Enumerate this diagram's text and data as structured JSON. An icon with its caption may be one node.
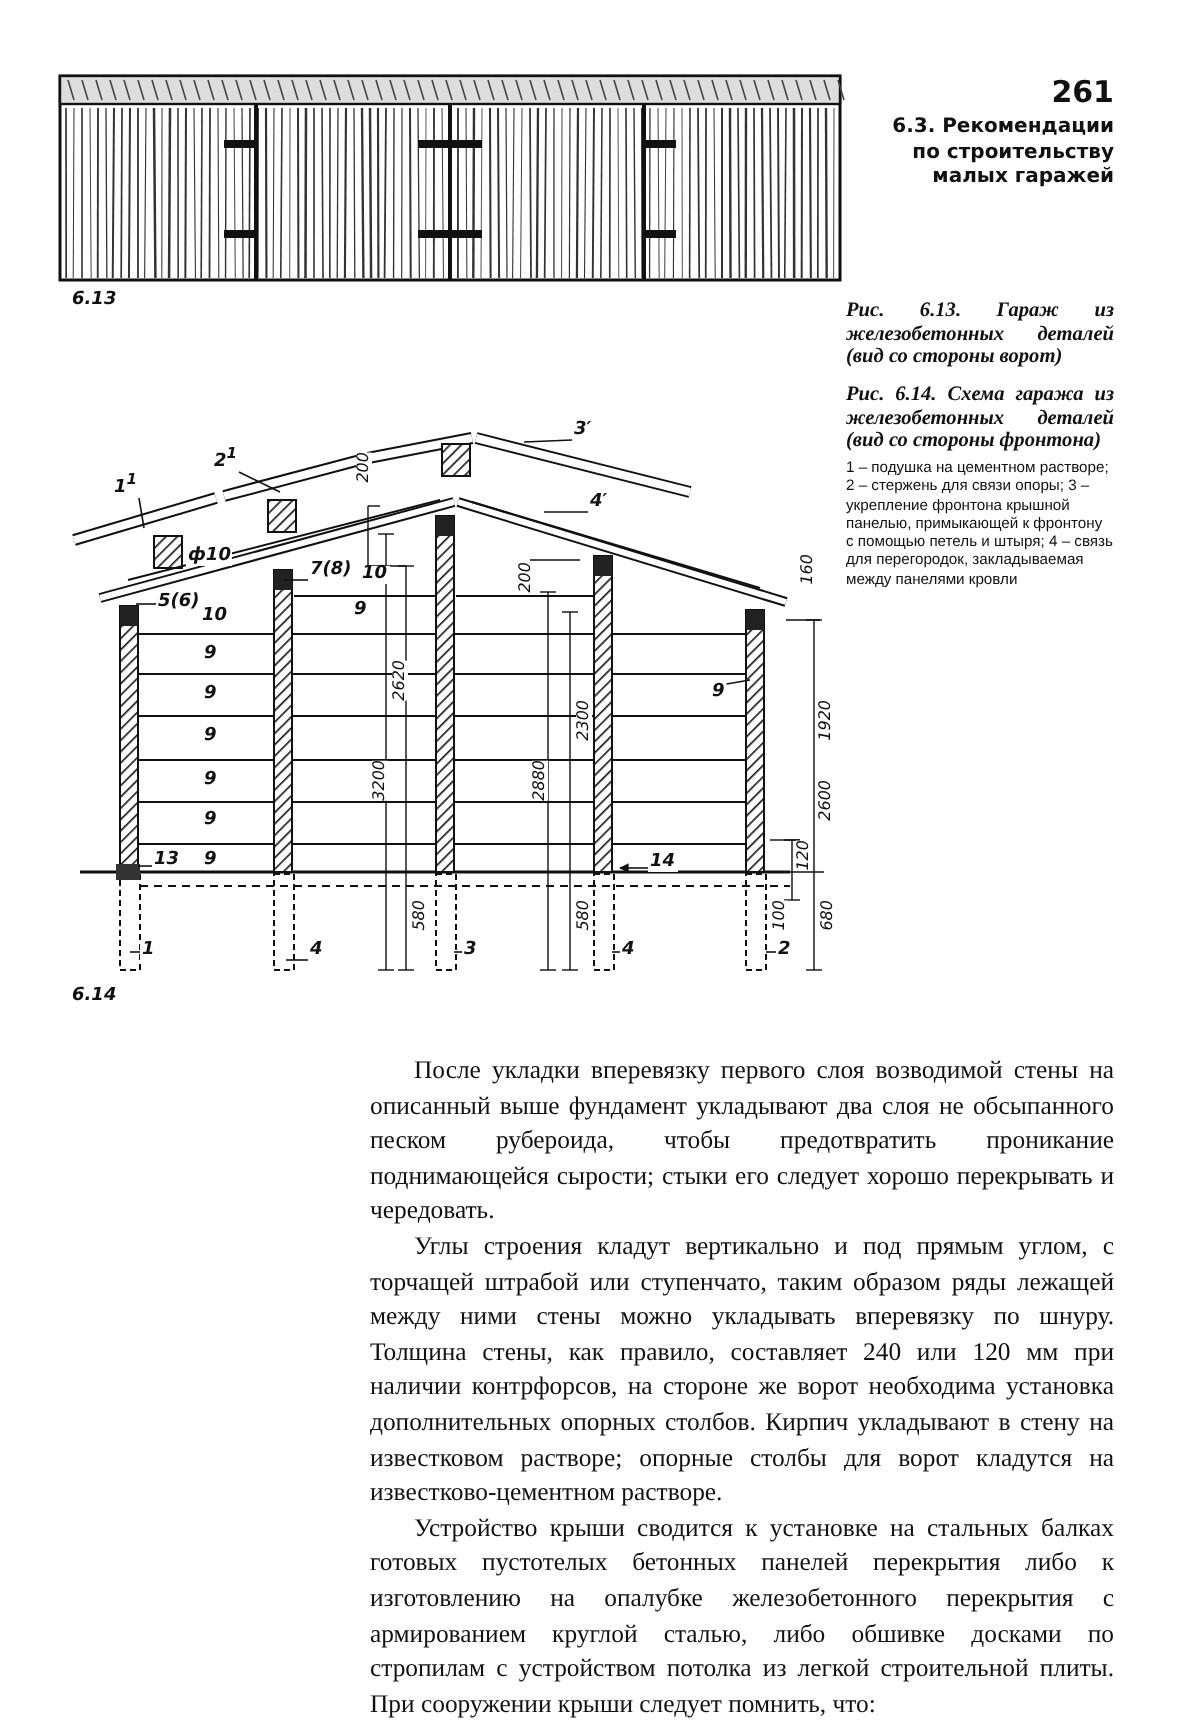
{
  "diagram": {
    "nodes": [
      {
        "text": [
          "1$^{1}$"
        ]
      },
      {
        "text": [
          "2$^{1}$"
        ]
      },
      {
        "text": [
          "3′"
        ]
      },
      {
        "text": [
          "4′"
        ]
      },
      {
        "text": [
          "5(6)"
        ]
      },
      {
        "text": [
          "7(8)"
        ]
      },
      {
        "text": [
          "9"
        ]
      },
      {
        "text": [
          "13"
        ]
      },
      {
        "text": [
          "14"
        ]
      },
      {
        "text": [
          "1"
        ]
      },
      {
        "text": [
          "4"
        ]
      },
      {
        "text": [
          "3"
        ]
      },
      {
        "text": [
          "4"
        ]
      },
      {
        "text": [
          "2"
        ]
      }
    ],
    "edges": [
      {
        "from": 0,
        "to": null,
        "arrow": "none"
      },
      {
        "from": 1,
        "to": null,
        "arrow": "none"
      },
      {
        "from": 2,
        "to": null,
        "arrow": "none"
      },
      {
        "from": 3,
        "to": null,
        "arrow": "none"
      },
      {
        "from": 4,
        "to": null,
        "arrow": "none"
      },
      {
        "from": 5,
        "to": null,
        "arrow": "none"
      },
      {
        "from": 6,
        "to": null,
        "arrow": "none"
      },
      {
        "from": 7,
        "to": null,
        "arrow": "none"
      },
      {
        "from": 8,
        "to": null,
        "arrow": "to"
      },
      {
        "from": 9,
        "to": null,
        "arrow": "none"
      },
      {
        "from": 10,
        "to": null,
        "arrow": "none"
      },
      {
        "from": 11,
        "to": null,
        "arrow": "none"
      },
      {
        "from": 12,
        "to": null,
        "arrow": "none"
      },
      {
        "from": 13,
        "to": null,
        "arrow": "none"
      }
    ],
    "labels": [
      "261",
      "6.3. Рекомендации по строительству малых гаражей",
      "6.13",
      "Рис. 6.13. Гараж из железобетонных деталей (вид со стороны ворот)",
      "Рис. 6.14. Схема гаража из железобетонных деталей (вид со стороны фронтона)",
      "1 – подушка на цементном растворе; 2 – стержень для связи опоры; 3 – укрепление фронтона крышной панелью, примыкающей к фронтону с помощью петель и штыря; 4 – связь для перегородок, закладываемая между панелями кровли",
      "200",
      "ф10",
      "10",
      "200",
      "160",
      "10",
      "9",
      "9",
      "9",
      "2620",
      "9",
      "2300",
      "1920",
      "9",
      "3200",
      "2880",
      "2600",
      "9",
      "9",
      "120",
      "580",
      "580",
      "100",
      "680",
      "6.14",
      "После укладки вперевязку первого слоя возводимой стены на описанный выше фундамент укладывают два слоя не обсыпанного песком рубероида, чтобы предотвратить проникание поднимающейся сырости; стыки его следует хорошо перекрывать и чередовать.",
      "Углы строения кладут вертикально и под прямым углом, с торчащей штрабой или ступенчато, таким образом ряды лежащей между ними стены можно укладывать вперевязку по шнуру. Толщина стены, как правило, составляет 240 или 120 мм при наличии контрфорсов, на стороне же ворот необходима установка дополнительных опорных столбов. Кирпич укладывают в стену на известковом растворе; опорные столбы для ворот кладутся на известково-цементном растворе.",
      "Устройство крыши сводится к установке на стальных балках готовых пустотелых бетонных панелей перекрытия либо к изготовлению на опалубке железобетонного перекрытия с армированием круглой сталью, либо обшивке досками по стропилам с устройством потолка из легкой строительной плиты. При сооружении крыши следует помнить, что:"
    ]
  }
}
